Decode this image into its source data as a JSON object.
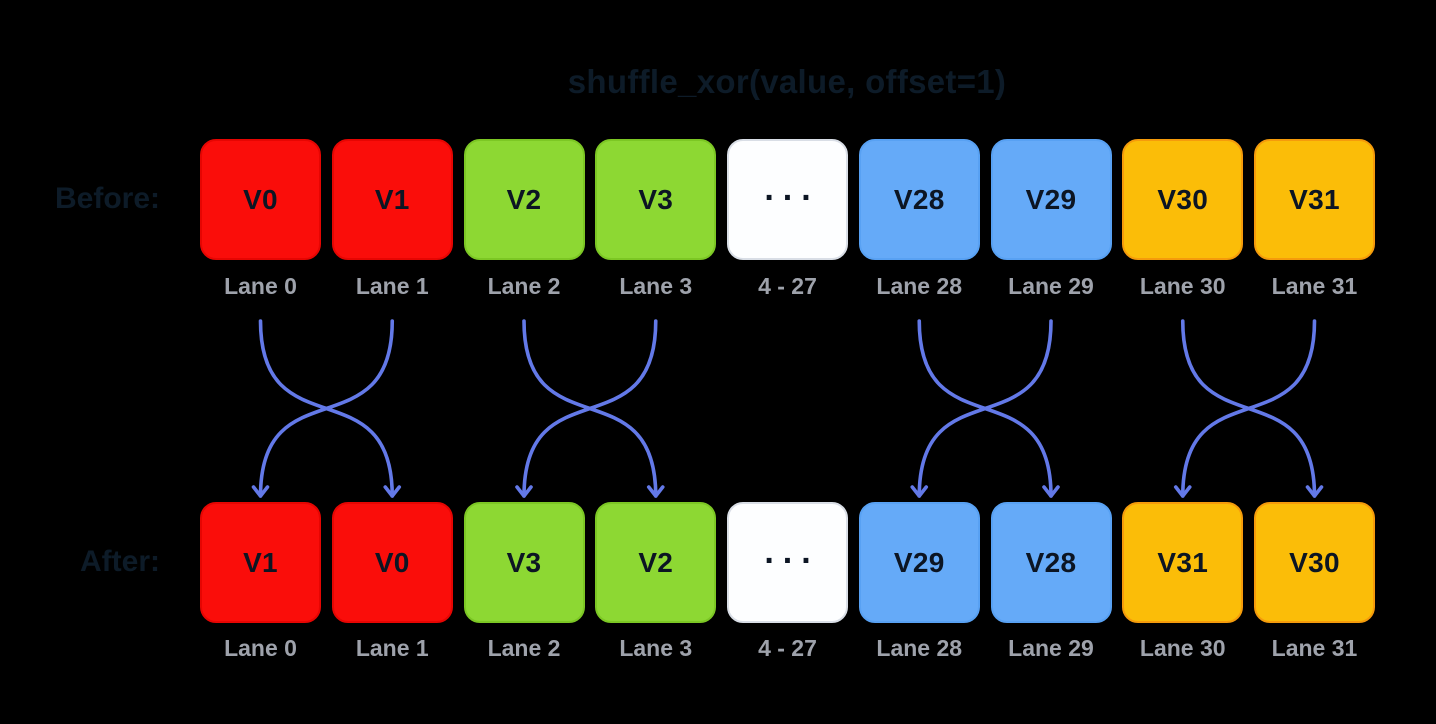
{
  "title": {
    "text": "shuffle_xor(value, offset=1)"
  },
  "colors": {
    "background": "#000000",
    "heading_text": "#0D1B28",
    "box_text": "#0C1523",
    "lane_label_text": "#9EA2AB",
    "arrow": "#6379E8",
    "palette": {
      "red": {
        "fill": "#FA0D0A",
        "border": "#E60502"
      },
      "green": {
        "fill": "#8DD833",
        "border": "#7CC724"
      },
      "blue": {
        "fill": "#65AAF8",
        "border": "#58A1F3"
      },
      "yellow": {
        "fill": "#FBBD08",
        "border": "#F59B0B"
      },
      "white": {
        "fill": "#FDFEFF",
        "border": "#D9DEE6"
      }
    }
  },
  "rows": [
    {
      "id": "before",
      "label": "Before:",
      "cells": [
        {
          "value": "V0",
          "color": "red",
          "lane": "Lane 0"
        },
        {
          "value": "V1",
          "color": "red",
          "lane": "Lane 1"
        },
        {
          "value": "V2",
          "color": "green",
          "lane": "Lane 2"
        },
        {
          "value": "V3",
          "color": "green",
          "lane": "Lane 3"
        },
        {
          "value": "...",
          "color": "white",
          "lane": "4 - 27",
          "dots": true
        },
        {
          "value": "V28",
          "color": "blue",
          "lane": "Lane 28"
        },
        {
          "value": "V29",
          "color": "blue",
          "lane": "Lane 29"
        },
        {
          "value": "V30",
          "color": "yellow",
          "lane": "Lane 30"
        },
        {
          "value": "V31",
          "color": "yellow",
          "lane": "Lane 31"
        }
      ]
    },
    {
      "id": "after",
      "label": "After:",
      "cells": [
        {
          "value": "V1",
          "color": "red",
          "lane": "Lane 0"
        },
        {
          "value": "V0",
          "color": "red",
          "lane": "Lane 1"
        },
        {
          "value": "V3",
          "color": "green",
          "lane": "Lane 2"
        },
        {
          "value": "V2",
          "color": "green",
          "lane": "Lane 3"
        },
        {
          "value": "...",
          "color": "white",
          "lane": "4 - 27",
          "dots": true
        },
        {
          "value": "V29",
          "color": "blue",
          "lane": "Lane 28"
        },
        {
          "value": "V28",
          "color": "blue",
          "lane": "Lane 29"
        },
        {
          "value": "V31",
          "color": "yellow",
          "lane": "Lane 30"
        },
        {
          "value": "V30",
          "color": "yellow",
          "lane": "Lane 31"
        }
      ]
    }
  ],
  "arrows": {
    "pairs": [
      [
        0,
        1
      ],
      [
        2,
        3
      ],
      [
        5,
        6
      ],
      [
        7,
        8
      ]
    ]
  }
}
